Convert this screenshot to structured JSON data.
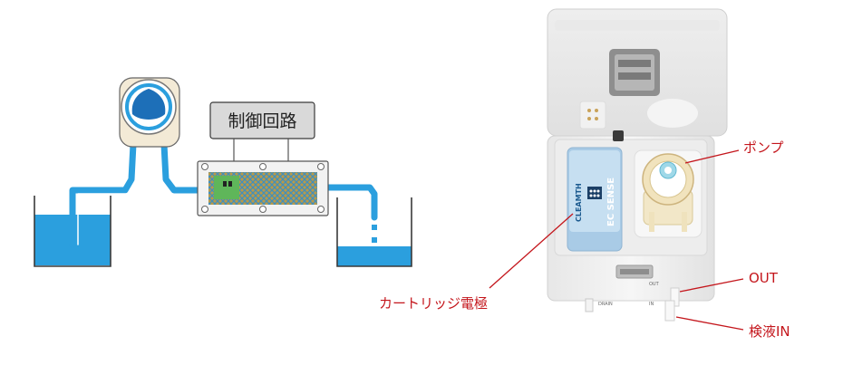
{
  "schematic": {
    "controller_label": "制御回路"
  },
  "device": {
    "brand_text": "CLEAMTH",
    "model_text": "EC SENSE",
    "port_drain": "DRAIN",
    "port_out": "OUT",
    "port_in": "IN"
  },
  "callouts": {
    "pump": "ポンプ",
    "cartridge": "カートリッジ電極",
    "out": "OUT",
    "inlet": "検液IN"
  },
  "colors": {
    "water": "#2b9fde",
    "tube": "#2b9fde",
    "callout_text": "#c4161c",
    "callout_line": "#c4161c",
    "board": "#5fb65a",
    "box_fill": "#d9d9d9"
  }
}
